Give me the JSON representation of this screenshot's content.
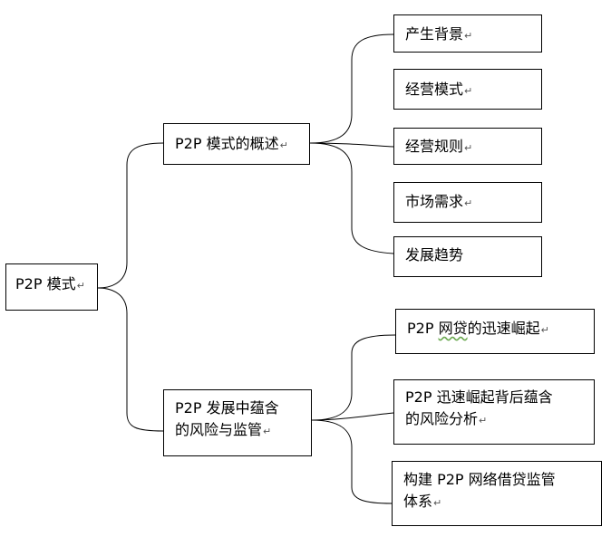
{
  "diagram": {
    "root": {
      "label": "P2P 模式"
    },
    "branches": [
      {
        "label": "P2P 模式的概述",
        "children": [
          "产生背景",
          "经营模式",
          "经营规则",
          "市场需求",
          "发展趋势"
        ]
      },
      {
        "label": "P2P 发展中蕴含\n的风险与监管",
        "children": [
          "P2P 网贷的迅速崛起",
          "P2P 迅速崛起背后蕴含\n的风险分析",
          "构建 P2P 网络借贷监管\n体系"
        ]
      }
    ],
    "paragraph_mark": "↵",
    "colors": {
      "line": "#000000",
      "box_border": "#000000",
      "spellcheck": "#6aa84f"
    }
  }
}
